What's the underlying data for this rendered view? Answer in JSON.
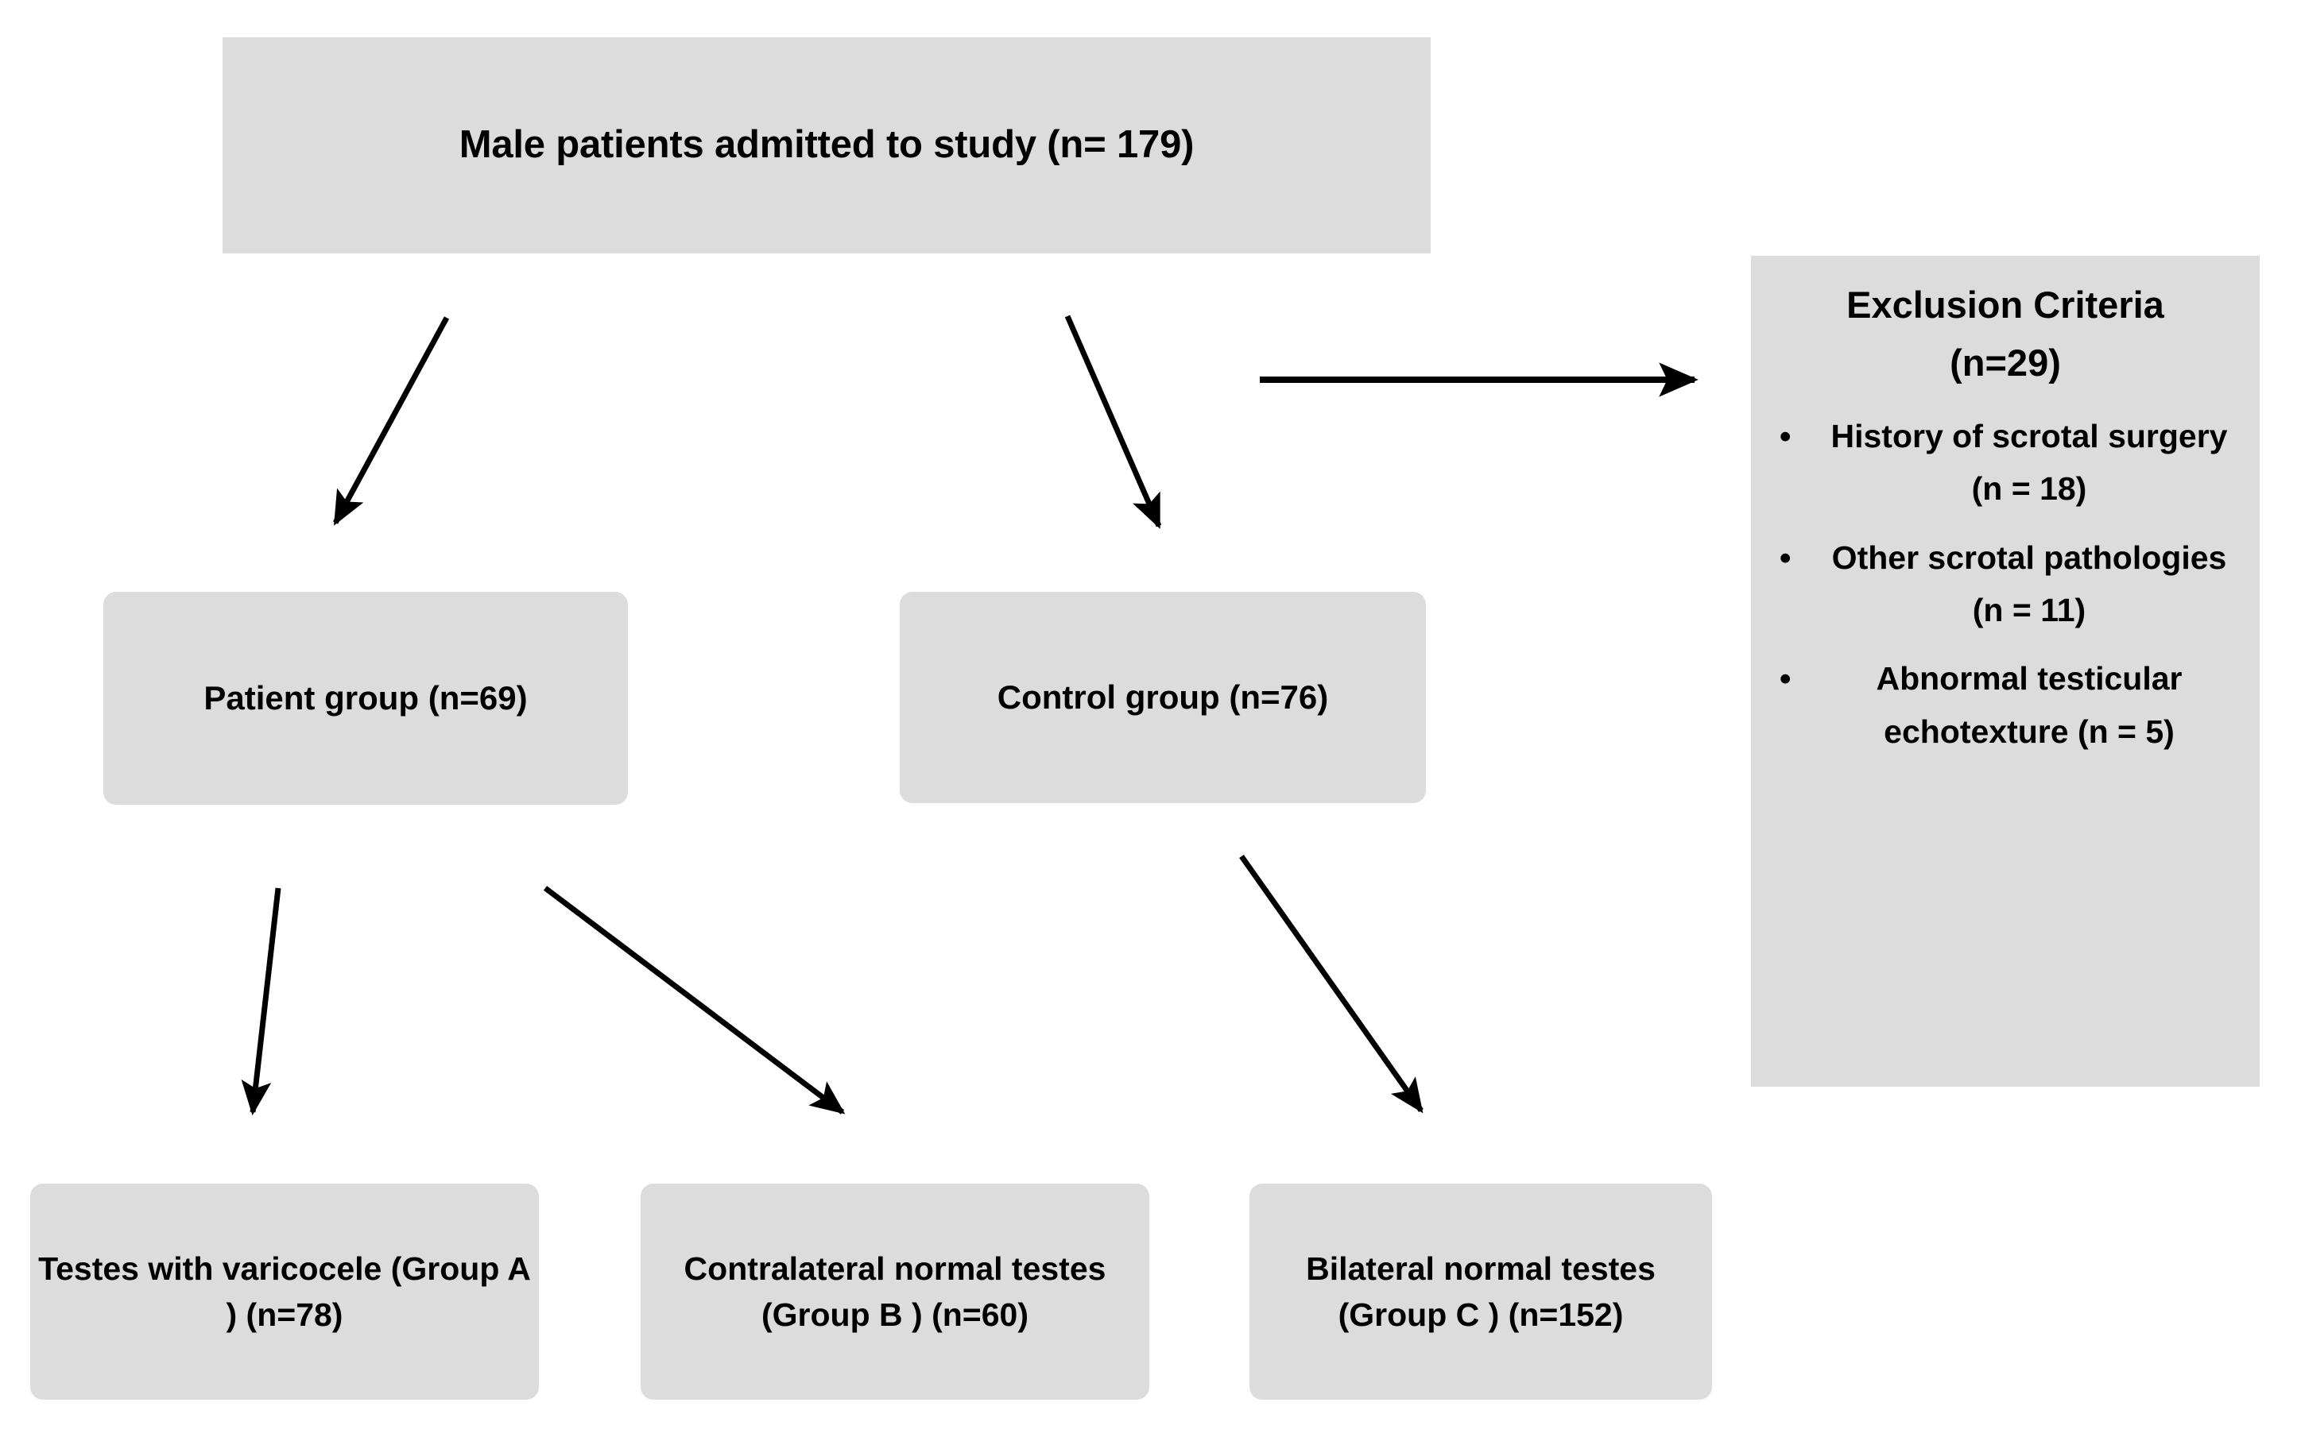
{
  "diagram": {
    "type": "flowchart",
    "background_color": "#ffffff",
    "box_fill_color": "#dcdcdc",
    "text_color": "#000000",
    "arrow_color": "#000000",
    "nodes": {
      "top": "Male patients admitted to study (n= 179)",
      "patient_group": "Patient group (n=69)",
      "control_group": "Control group (n=76)",
      "group_a": "Testes with varicocele (Group A ) (n=78)",
      "group_b": "Contralateral normal testes (Group B ) (n=60)",
      "group_c": "Bilateral normal testes (Group C ) (n=152)"
    },
    "exclusion": {
      "title_line1": "Exclusion Criteria",
      "title_line2": "(n=29)",
      "items": [
        "History of scrotal surgery (n = 18)",
        "Other scrotal pathologies (n = 11)",
        "Abnormal testicular echotexture (n = 5)"
      ]
    },
    "edges": [
      {
        "from": "top",
        "to": "patient_group",
        "label": ""
      },
      {
        "from": "top",
        "to": "control_group",
        "label": ""
      },
      {
        "from": "top",
        "to": "exclusion",
        "label": ""
      },
      {
        "from": "patient_group",
        "to": "group_a",
        "label": ""
      },
      {
        "from": "patient_group",
        "to": "group_b",
        "label": ""
      },
      {
        "from": "control_group",
        "to": "group_c",
        "label": ""
      }
    ]
  }
}
